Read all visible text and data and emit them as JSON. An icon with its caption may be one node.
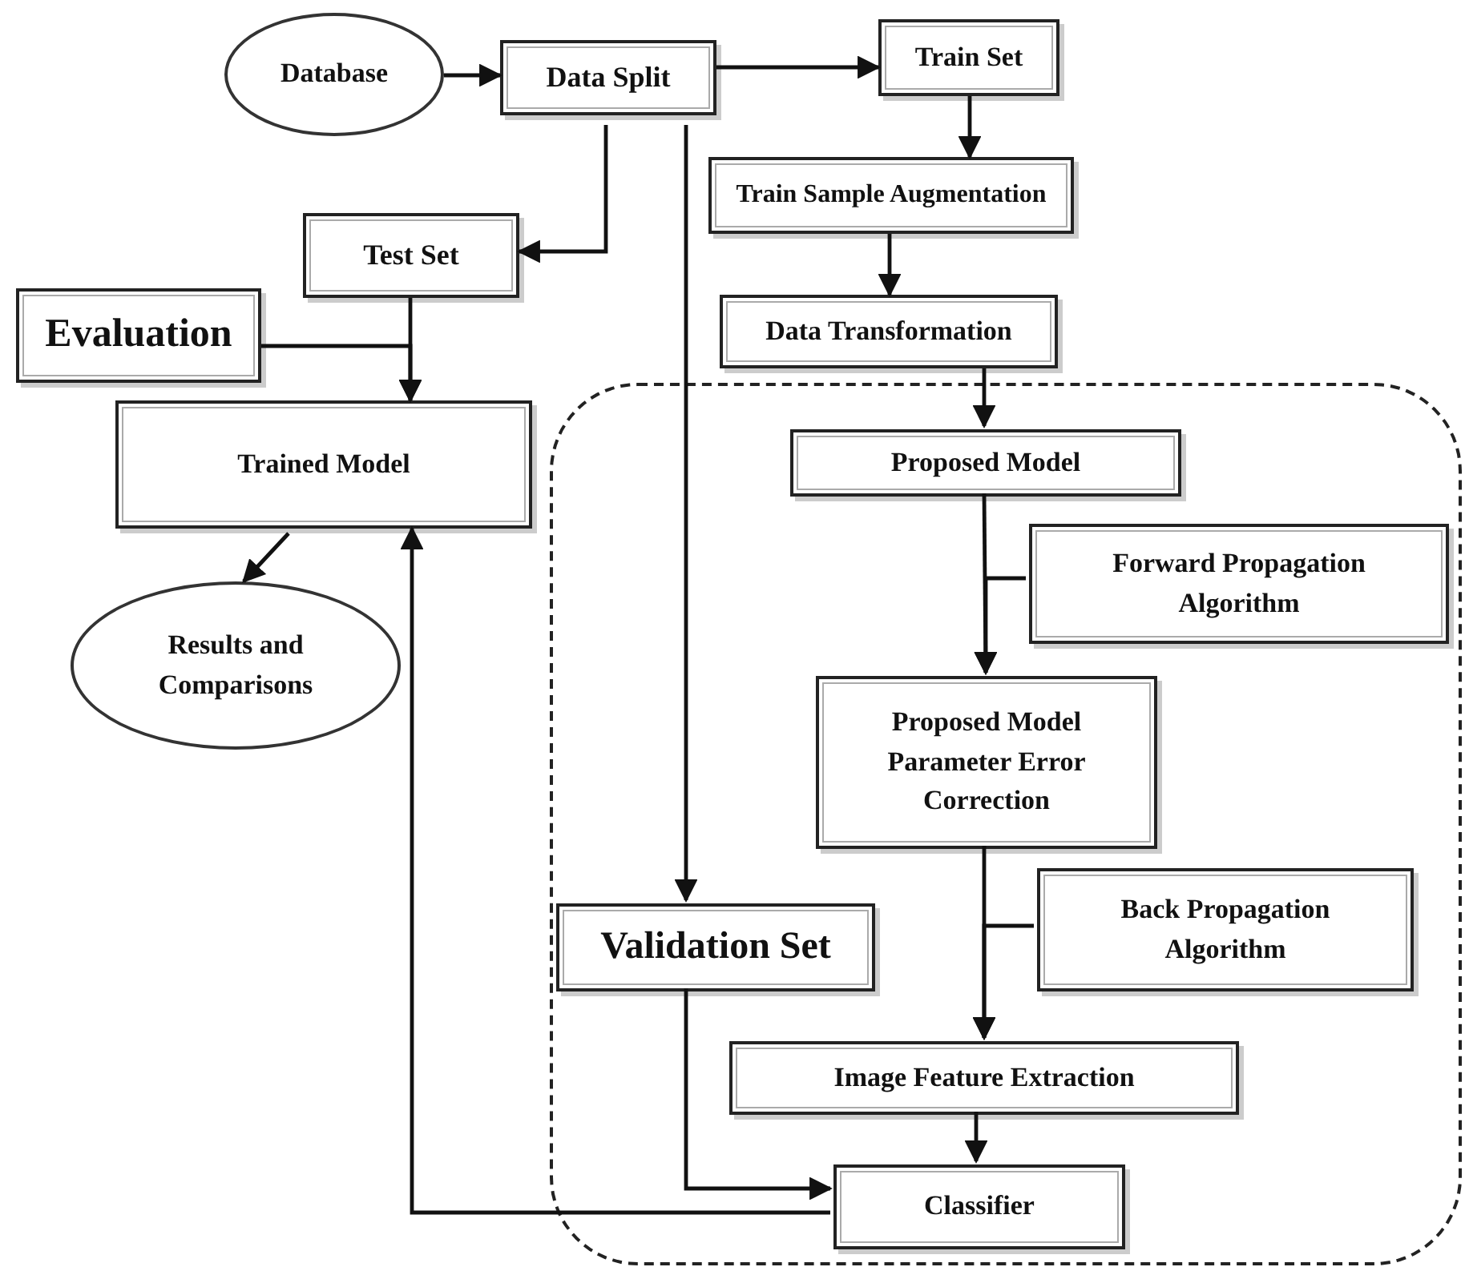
{
  "diagram": {
    "nodes": [
      {
        "text": [
          "Database"
        ]
      },
      {
        "text": [
          "Data Split"
        ]
      },
      {
        "text": [
          "Train Set"
        ]
      },
      {
        "text": [
          "Train Sample Augmentation"
        ]
      },
      {
        "text": [
          "Data Transformation"
        ]
      },
      {
        "text": [
          "Test Set"
        ]
      },
      {
        "text": [
          "Evaluation"
        ]
      },
      {
        "text": [
          "Trained Model"
        ]
      },
      {
        "text": [
          "Results and Comparisons"
        ]
      },
      {
        "text": [],
        "shape": "box"
      },
      {
        "text": [
          "Proposed Model"
        ],
        "in": 9
      },
      {
        "text": [
          "Forward Propagation Algorithm"
        ],
        "in": 9
      },
      {
        "text": [
          "Proposed Model Parameter Error Correction"
        ],
        "in": 9
      },
      {
        "text": [
          "Back Propagation Algorithm"
        ],
        "in": 9
      },
      {
        "text": [
          "Validation Set"
        ],
        "in": 9
      },
      {
        "text": [
          "Image Feature Extraction"
        ],
        "in": 9
      },
      {
        "text": [
          "Classifier"
        ],
        "in": 9
      }
    ],
    "edges": [
      {
        "from": 0,
        "to": 1,
        "arrow": "to"
      },
      {
        "from": 1,
        "to": 2,
        "arrow": "to"
      },
      {
        "from": 2,
        "to": 3,
        "arrow": "to"
      },
      {
        "from": 3,
        "to": 4,
        "arrow": "to"
      },
      {
        "from": 4,
        "to": 10,
        "arrow": "to"
      },
      {
        "from": 1,
        "to": 5,
        "arrow": "to"
      },
      {
        "from": 1,
        "to": 14,
        "arrow": "to"
      },
      {
        "from": 5,
        "to": 7,
        "arrow": "to"
      },
      {
        "from": 6,
        "to": 7,
        "arrow": "to"
      },
      {
        "from": 7,
        "to": 8,
        "arrow": "to"
      },
      {
        "from": 10,
        "to": 12,
        "arrow": "to"
      },
      {
        "from": 11,
        "to": 12,
        "arrow": "to"
      },
      {
        "from": 12,
        "to": 15,
        "arrow": "to"
      },
      {
        "from": 13,
        "to": 15,
        "arrow": "to"
      },
      {
        "from": 15,
        "to": 16,
        "arrow": "to"
      },
      {
        "from": 14,
        "to": 16,
        "arrow": "to"
      },
      {
        "from": 16,
        "to": 7,
        "arrow": "to"
      }
    ]
  }
}
